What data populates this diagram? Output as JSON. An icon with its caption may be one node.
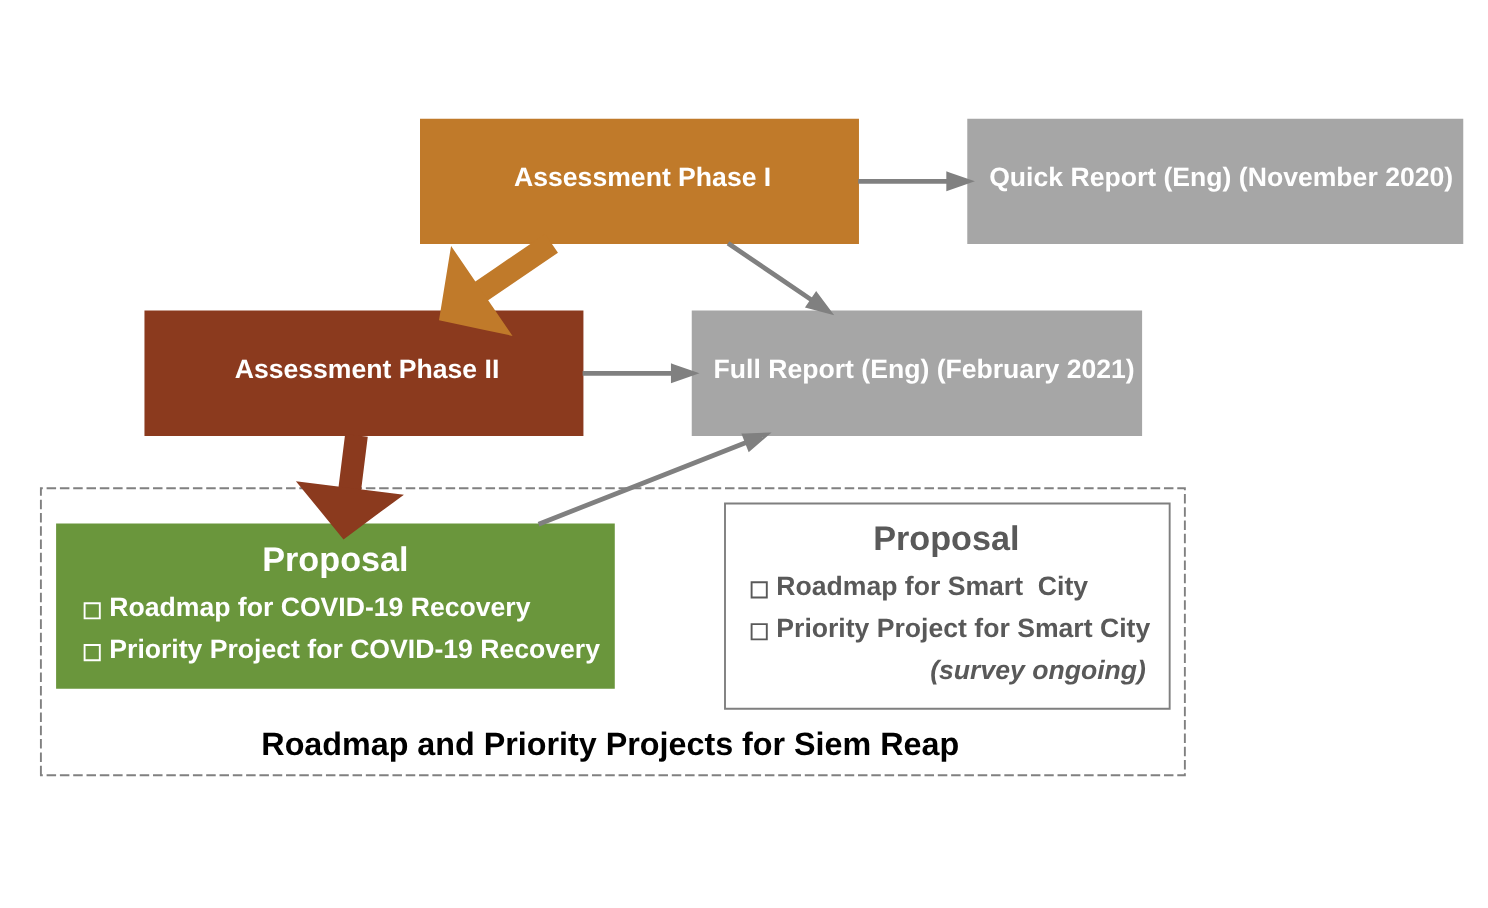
{
  "diagram": {
    "nodes": [
      {
        "text": [
          "Assessment Phase I"
        ]
      },
      {
        "text": [
          "Quick Report (Eng) (November 2020)"
        ]
      },
      {
        "text": [
          "Assessment Phase II"
        ]
      },
      {
        "text": [
          "Full Report (Eng) (February 2021)"
        ]
      },
      {
        "text": [
          "Roadmap and Priority Projects for Siem Reap"
        ]
      },
      {
        "text": [
          "Proposal",
          "Roadmap for COVID-19 Recovery",
          "Priority Project for COVID-19 Recovery"
        ],
        "in": 4
      },
      {
        "text": [
          "Proposal",
          "Roadmap for Smart  City",
          "Priority Project for Smart City",
          "(survey ongoing)"
        ],
        "in": 4
      }
    ],
    "edges": [
      {
        "from": 0,
        "to": 1,
        "arrow": "to"
      },
      {
        "from": 0,
        "to": 2,
        "arrow": "to",
        "style": "thick",
        "color": "#c07a2a"
      },
      {
        "from": 2,
        "to": 3,
        "arrow": "to"
      },
      {
        "from": 0,
        "to": 3,
        "arrow": "to"
      },
      {
        "from": 2,
        "to": 5,
        "arrow": "to",
        "style": "thick",
        "color": "#8b3a1e"
      },
      {
        "from": 5,
        "to": 3,
        "arrow": "to"
      }
    ]
  }
}
